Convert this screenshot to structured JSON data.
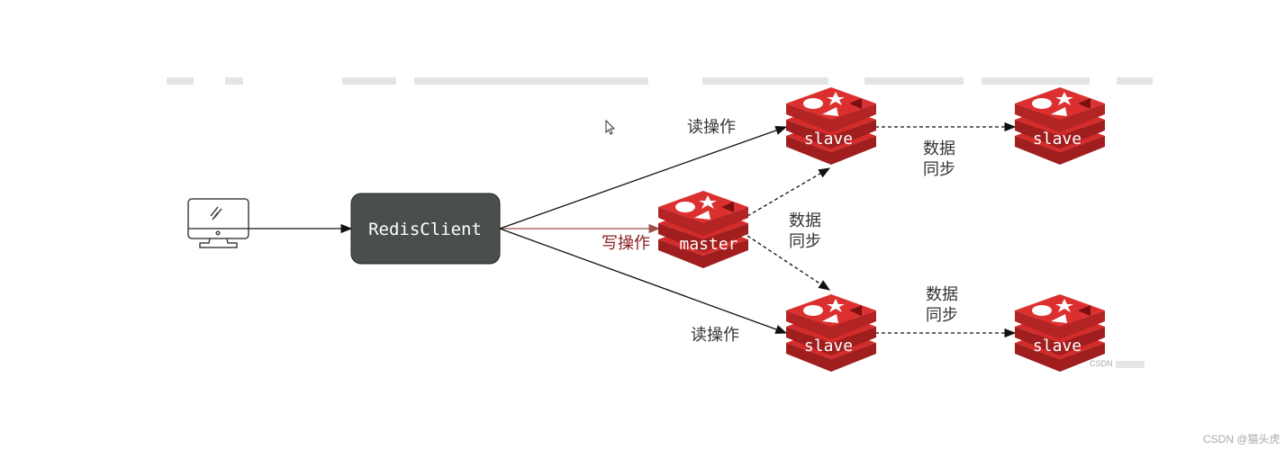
{
  "client": {
    "label": "RedisClient"
  },
  "nodes": {
    "master": "master",
    "slave_top": "slave",
    "slave_top_right": "slave",
    "slave_bottom": "slave",
    "slave_bottom_right": "slave"
  },
  "edges": {
    "read_top": "读操作",
    "write": "写操作",
    "read_bottom": "读操作",
    "sync_line1": "数据",
    "sync_line2": "同步"
  },
  "colors": {
    "redis_red": "#d42b2b",
    "client_box": "#4a4e4d",
    "write_arrow": "#a0504c"
  },
  "watermarks": {
    "inner": "CSDN",
    "outer": "CSDN @猫头虎"
  }
}
